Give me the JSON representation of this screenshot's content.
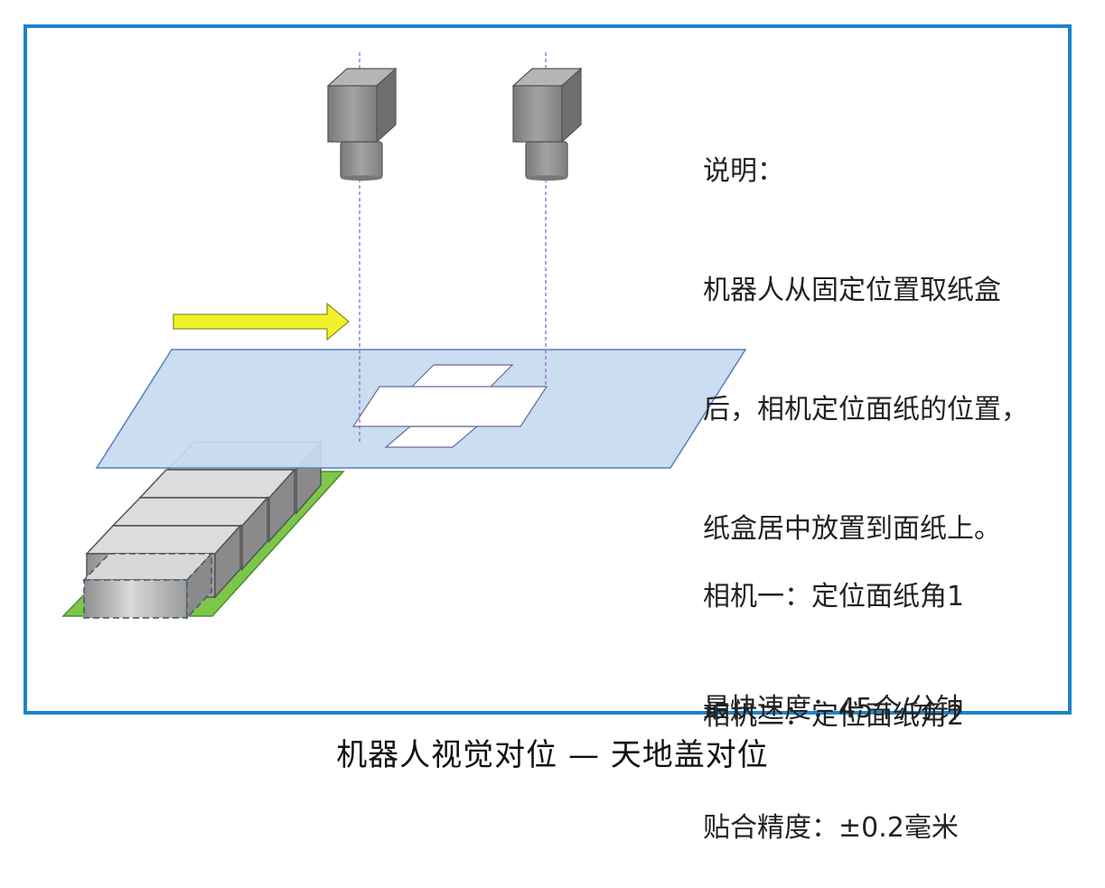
{
  "colors": {
    "frame": "#1f83c9",
    "conveyor": "#c6daf0",
    "conveyor_edge": "#5a7fb8",
    "paper": "#ffffff",
    "camera": "#8c8c8c",
    "arrow": "#f2f22a",
    "base": "#7cc74a",
    "box": "#bdbdbd",
    "guide_line": "#9b63c8"
  },
  "icons": [
    "camera-1-icon",
    "camera-2-icon",
    "direction-arrow-icon"
  ],
  "note": {
    "lines": [
      "说明：",
      "机器人从固定位置取纸盒",
      "后，相机定位面纸的位置，",
      "纸盒居中放置到面纸上。"
    ]
  },
  "cameras": {
    "lines": [
      "相机一：定位面纸角1",
      "相机二：定位面纸角2"
    ]
  },
  "specs": {
    "lines": [
      "最快速度：45个/分钟",
      "贴合精度：±0.2毫米"
    ]
  },
  "caption": "机器人视觉对位 — 天地盖对位"
}
